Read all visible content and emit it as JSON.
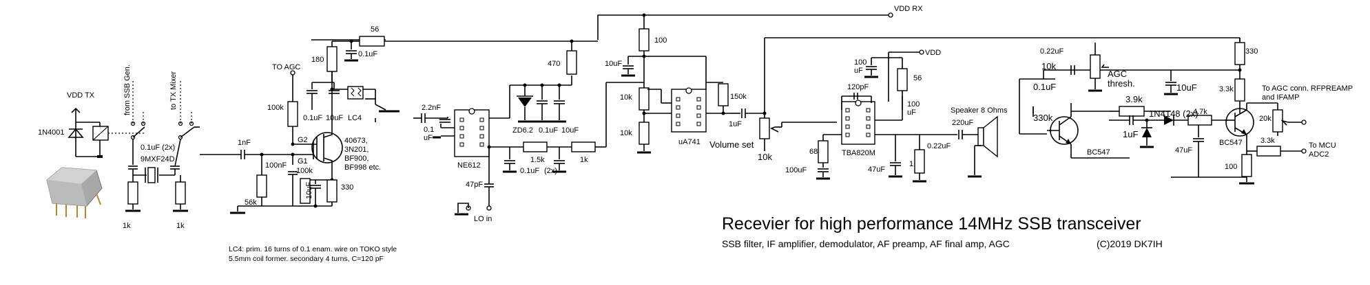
{
  "title": "Recevier for high performance 14MHz SSB transceiver",
  "subtitle": "SSB filter, IF amplifier, demodulator, AF preamp, AF final amp, AGC",
  "copyright": "(C)2019 DK7IH",
  "note_line1": "LC4: prim. 16 turns of 0.1 enam. wire on TOKO style",
  "note_line2": "5.5mm coil former. secondary 4 turns, C=120 pF",
  "ports": {
    "vdd_tx": "VDD TX",
    "vdd_rx": "VDD RX",
    "vdd": "VDD",
    "to_agc": "TO AGC",
    "lo_in": "LO in",
    "from_ssb_gen": "from SSB Gen.",
    "to_tx_mixer": "to TX Mixer",
    "to_mcu": "To MCU",
    "adc2": "ADC2",
    "agc_conn1": "To AGC conn. RFPREAMP",
    "agc_conn2": "and IFAMP",
    "speaker": "Speaker 8 Ohms",
    "volume": "Volume set",
    "agc_thresh1": "AGC",
    "agc_thresh2": "thresh."
  },
  "parts": {
    "d_1n4001": "1N4001",
    "filter_caps": "0.1uF (2x)",
    "filter_name": "9MXF24D",
    "r_1k_a": "1k",
    "r_1k_b": "1k",
    "c_1nF": "1nF",
    "r_180": "180",
    "c_01_top": "0.1uF",
    "r_56_top": "56",
    "r_100k_gate": "100k",
    "c_01_lc": "0.1uF",
    "c_10_lc": "10uF",
    "lc4": "LC4",
    "g2": "G2",
    "g1": "G1",
    "fet": "40673,",
    "fet2": "3N201,",
    "fet3": "BF900,",
    "fet4": "BF998 etc.",
    "c_100nF": "100nF",
    "r_100k_g1": "100k",
    "c_10uF_src": "10uF",
    "r_330_src": "330",
    "r_56k": "56k",
    "c_22nF": "2.2nF",
    "c_01_mix": "0.1",
    "c_01_mix2": "uF",
    "ne612": "NE612",
    "c_47pF": "47pF",
    "r_470": "470",
    "zd": "ZD6.2",
    "c_01_zd": "0.1uF",
    "c_10_zd": "10uF",
    "r_15k": "1.5k",
    "r_1k_lp": "1k",
    "c_01_lp": "0.1uF",
    "c_lp_2x": "(2x)",
    "r_100_op": "100",
    "c_10_op": "10uF",
    "r_10k_a": "10k",
    "r_10k_b": "10k",
    "ua741": "uA741",
    "r_150k": "150k",
    "c_1uF_op": "1uF",
    "pot_10k": "10k",
    "r_68": "68",
    "c_100uF_a": "100uF",
    "c_120pF": "120pF",
    "c_100uF_b1": "100",
    "c_100uF_b2": "uF",
    "r_56_amp": "56",
    "c_100uF_c1": "100",
    "c_100uF_c2": "uF",
    "tba": "TBA820M",
    "c_47uF_amp": "47uF",
    "r_1_amp": "1",
    "c_022_out": "0.22uF",
    "c_220uF": "220uF",
    "c_022_agc": "0.22uF",
    "r_10k_agc": "10k",
    "c_01_agc": "0.1uF",
    "r_330k": "330k",
    "r_39k": "3.9k",
    "d_1n4148": "1N4148 (2x)",
    "c_1uF_agc": "1uF",
    "bc547a": "BC547",
    "c_10uF_agc": "10uF",
    "r_33k_a": "3.3k",
    "r_330_agc": "330",
    "r_47k": "4.7k",
    "c_47uF_agc": "47uF",
    "bc547b": "BC547",
    "r_20k": "20k",
    "r_33k_b": "3.3k",
    "r_100_agc": "100"
  }
}
